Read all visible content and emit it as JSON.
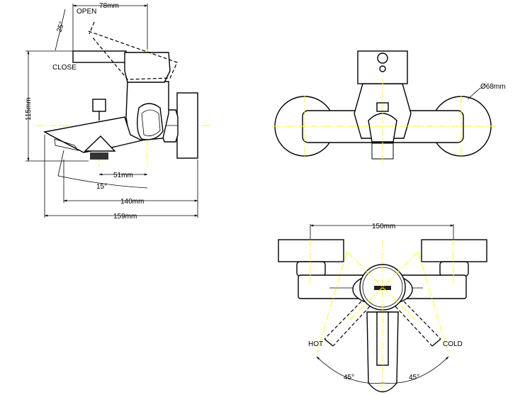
{
  "side_view": {
    "open_label": "OPEN",
    "close_label": "CLOSE",
    "lever_angle": "25°",
    "width_top": "78mm",
    "height": "115mm",
    "spout_offset": "51mm",
    "spout_angle": "15°",
    "depth_140": "140mm",
    "depth_159": "159mm"
  },
  "front_view": {
    "flange_diameter": "Ø68mm"
  },
  "top_view": {
    "centers": "150mm",
    "hot_label": "HOT",
    "cold_label": "COLD",
    "hot_angle": "45°",
    "cold_angle": "45°"
  },
  "colors": {
    "line": "#000000",
    "centerline": "#ffff00"
  }
}
